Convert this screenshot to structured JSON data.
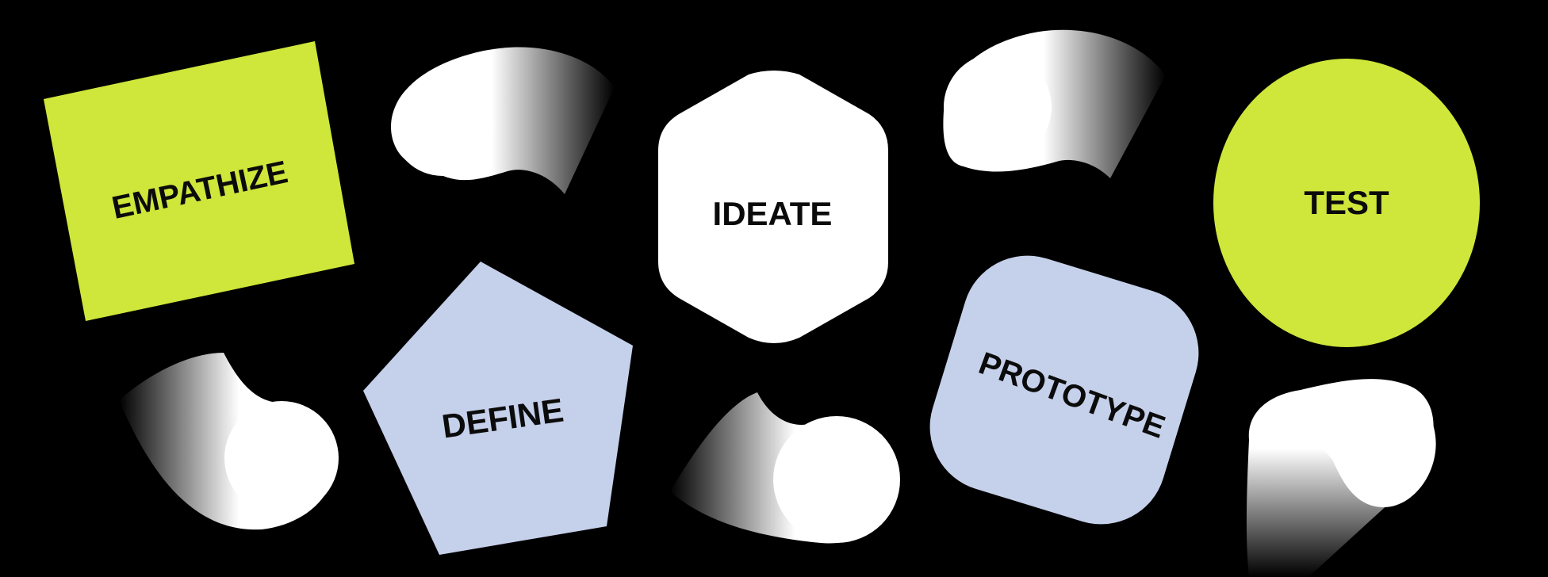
{
  "steps": [
    {
      "label": "EMPATHIZE",
      "shape": "tilted-square",
      "color": "#cfe63a"
    },
    {
      "label": "DEFINE",
      "shape": "pentagon",
      "color": "#c5d0ea"
    },
    {
      "label": "IDEATE",
      "shape": "hexagon",
      "color": "#ffffff"
    },
    {
      "label": "PROTOTYPE",
      "shape": "rounded-square",
      "color": "#c5d0ea"
    },
    {
      "label": "TEST",
      "shape": "circle",
      "color": "#cfe63a"
    }
  ],
  "connectors": {
    "count": 5,
    "style": "white-swoosh-gradient",
    "color": "#ffffff"
  },
  "background": "#000000"
}
